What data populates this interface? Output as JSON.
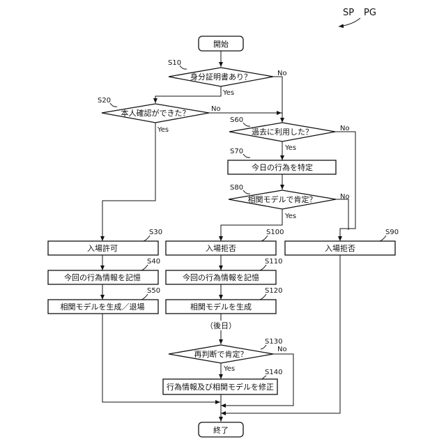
{
  "header": {
    "sp": "SP",
    "pg": "PG"
  },
  "start": "開始",
  "end": "終了",
  "steps": {
    "s10": {
      "id": "S10",
      "text": "身分証明書あり？"
    },
    "s20": {
      "id": "S20",
      "text": "本人確認ができた？"
    },
    "s60": {
      "id": "S60",
      "text": "過去に利用した？"
    },
    "s70": {
      "id": "S70",
      "text": "今日の行為を特定"
    },
    "s80": {
      "id": "S80",
      "text": "相関モデルで肯定？"
    },
    "s30": {
      "id": "S30",
      "text": "入場許可"
    },
    "s40": {
      "id": "S40",
      "text": "今回の行為情報を記憶"
    },
    "s50": {
      "id": "S50",
      "text": "相関モデルを生成／退場"
    },
    "s100": {
      "id": "S100",
      "text": "入場拒否"
    },
    "s110": {
      "id": "S110",
      "text": "今回の行為情報を記憶"
    },
    "s120": {
      "id": "S120",
      "text": "相関モデルを生成"
    },
    "s90": {
      "id": "S90",
      "text": "入場拒否"
    },
    "s130": {
      "id": "S130",
      "text": "再判断で肯定？"
    },
    "s140": {
      "id": "S140",
      "text": "行為情報及び相関モデルを修正"
    }
  },
  "later": "（後日）",
  "yes": "Yes",
  "no": "No"
}
